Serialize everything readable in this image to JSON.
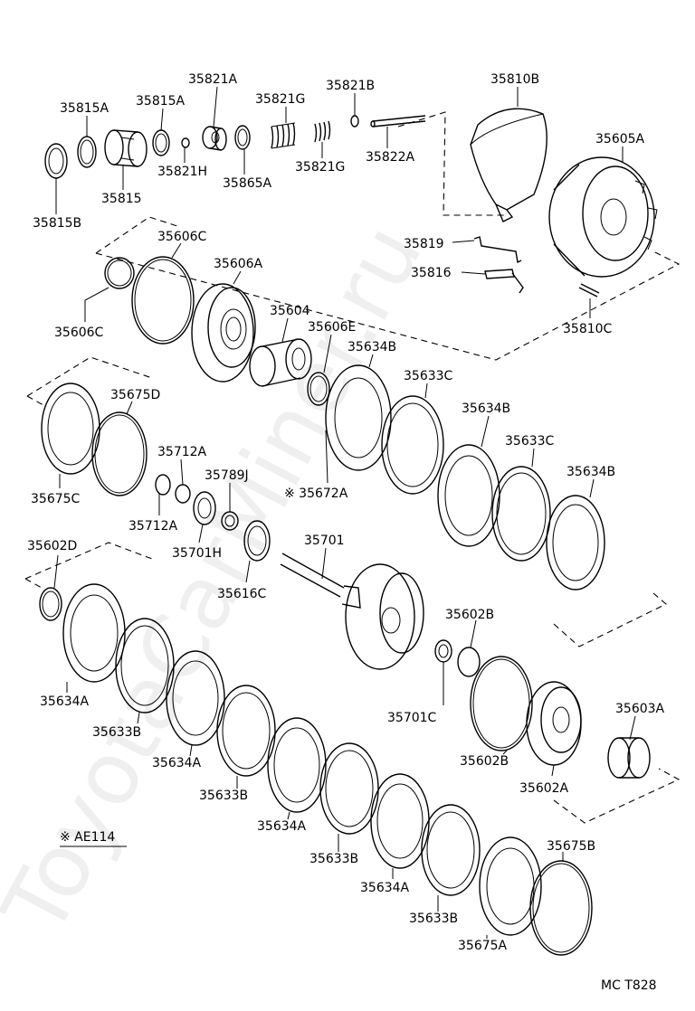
{
  "watermark": "ToyotaCarMiner.ru",
  "diagram_code": "MC T828",
  "note": "※ AE114",
  "labels": {
    "p35815A": "35815A",
    "p35815A_2": "35815A",
    "p35821A": "35821A",
    "p35821G": "35821G",
    "p35821B": "35821B",
    "p35810B": "35810B",
    "p35821H": "35821H",
    "p35815": "35815",
    "p35865A": "35865A",
    "p35821G_2": "35821G",
    "p35822A": "35822A",
    "p35815B": "35815B",
    "p35605A": "35605A",
    "p35606C": "35606C",
    "p35606A": "35606A",
    "p35819": "35819",
    "p35816": "35816",
    "p35606C_2": "35606C",
    "p35810C": "35810C",
    "p35604": "35604",
    "p35606E": "35606E",
    "p35634B": "35634B",
    "p35633C": "35633C",
    "p35675D": "35675D",
    "p35634B_2": "35634B",
    "p35712A": "35712A",
    "p35633C_2": "35633C",
    "p35789J": "35789J",
    "p35634B_3": "35634B",
    "p35672A": "※ 35672A",
    "p35675C": "35675C",
    "p35712A_2": "35712A",
    "p35701H": "35701H",
    "p35602D": "35602D",
    "p35701": "35701",
    "p35616C": "35616C",
    "p35602B": "35602B",
    "p35634A": "35634A",
    "p35603A": "35603A",
    "p35633B": "35633B",
    "p35701C": "35701C",
    "p35634A_2": "35634A",
    "p35602B_2": "35602B",
    "p35602A": "35602A",
    "p35633B_2": "35633B",
    "p35634A_3": "35634A",
    "p35633B_3": "35633B",
    "p35634A_4": "35634A",
    "p35675B": "35675B",
    "p35633B_4": "35633B",
    "p35675A": "35675A"
  }
}
